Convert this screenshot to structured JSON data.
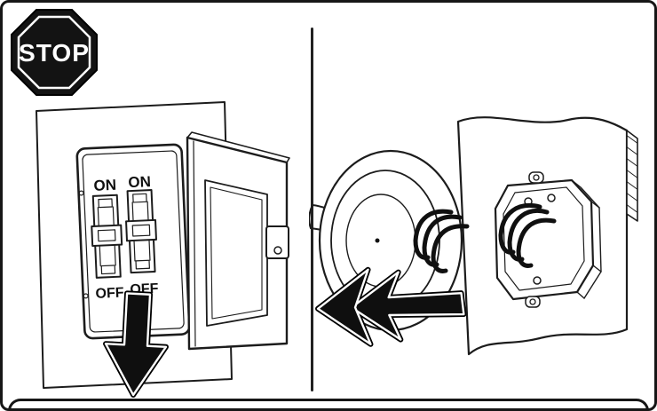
{
  "diagram": {
    "left_step": {
      "stop_label": "STOP",
      "breaker_on_labels": [
        "ON",
        "ON"
      ],
      "breaker_off_labels": [
        "OFF",
        "OFF"
      ],
      "action_icon": "down-arrow-icon"
    },
    "right_step": {
      "action_icon": "left-arrow-icon"
    }
  },
  "colors": {
    "ink": "#1c1c1c",
    "paper": "#ffffff",
    "stop_fill": "#131313",
    "stop_text": "#ffffff",
    "arrow_fill": "#0f0f0f"
  }
}
